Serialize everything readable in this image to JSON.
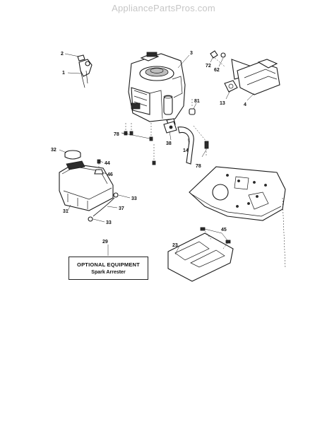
{
  "watermark": "AppliancePartsPros.com",
  "callouts": {
    "c1": "1",
    "c2": "2",
    "c3": "3",
    "c4": "4",
    "c13": "13",
    "c14": "14",
    "c23": "23",
    "c29": "29",
    "c31": "31",
    "c32": "32",
    "c33a": "33",
    "c33b": "33",
    "c37": "37",
    "c38": "38",
    "c44": "44",
    "c45": "45",
    "c46": "46",
    "c62": "62",
    "c72": "72",
    "c78a": "78",
    "c78b": "78",
    "c81": "81"
  },
  "optional_equipment": {
    "title": "OPTIONAL EQUIPMENT",
    "item": "Spark Arrester"
  }
}
